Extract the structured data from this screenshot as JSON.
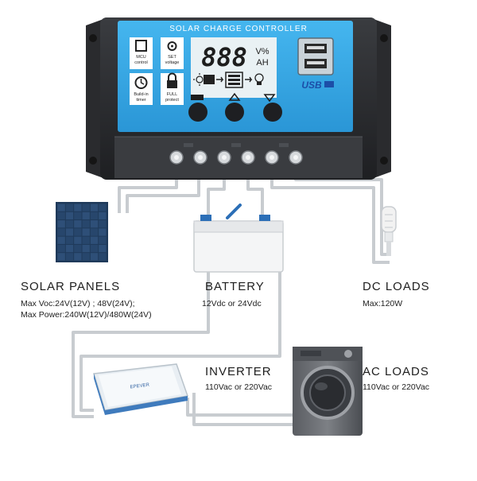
{
  "controller": {
    "title": "SOLAR CHARGE CONTROLLER",
    "display_digits": "888",
    "display_unit_top": "V%",
    "display_unit_bottom": "AH",
    "usb_label": "USB",
    "icons": [
      {
        "name": "mcu-control-icon",
        "lines": [
          "MCU",
          "control"
        ]
      },
      {
        "name": "set-voltage-icon",
        "lines": [
          "SET",
          "voltage"
        ]
      },
      {
        "name": "build-in-timer-icon",
        "lines": [
          "Build-in",
          "timer"
        ]
      },
      {
        "name": "full-protect-icon",
        "lines": [
          "FULL",
          "protect"
        ]
      }
    ],
    "terminal_count": 6,
    "button_count": 3
  },
  "solar_panels": {
    "title": "SOLAR  PANELS",
    "line1": "Max  Voc:24V(12V) ; 48V(24V);",
    "line2": "Max  Power:240W(12V)/480W(24V)"
  },
  "battery": {
    "title": "BATTERY",
    "line1": "12Vdc  or  24Vdc"
  },
  "dc_loads": {
    "title": "DC  LOADS",
    "line1": "Max:120W"
  },
  "inverter": {
    "title": "INVERTER",
    "line1": "110Vac  or  220Vac",
    "brand": "EPEVER"
  },
  "ac_loads": {
    "title": "AC  LOADS",
    "line1": "110Vac  or  220Vac"
  },
  "colors": {
    "controller_body": "#2b2d30",
    "screen_blue": "#35a8e6",
    "lcd_bg": "#e9f1f4",
    "wire": "#c8ccd0"
  }
}
